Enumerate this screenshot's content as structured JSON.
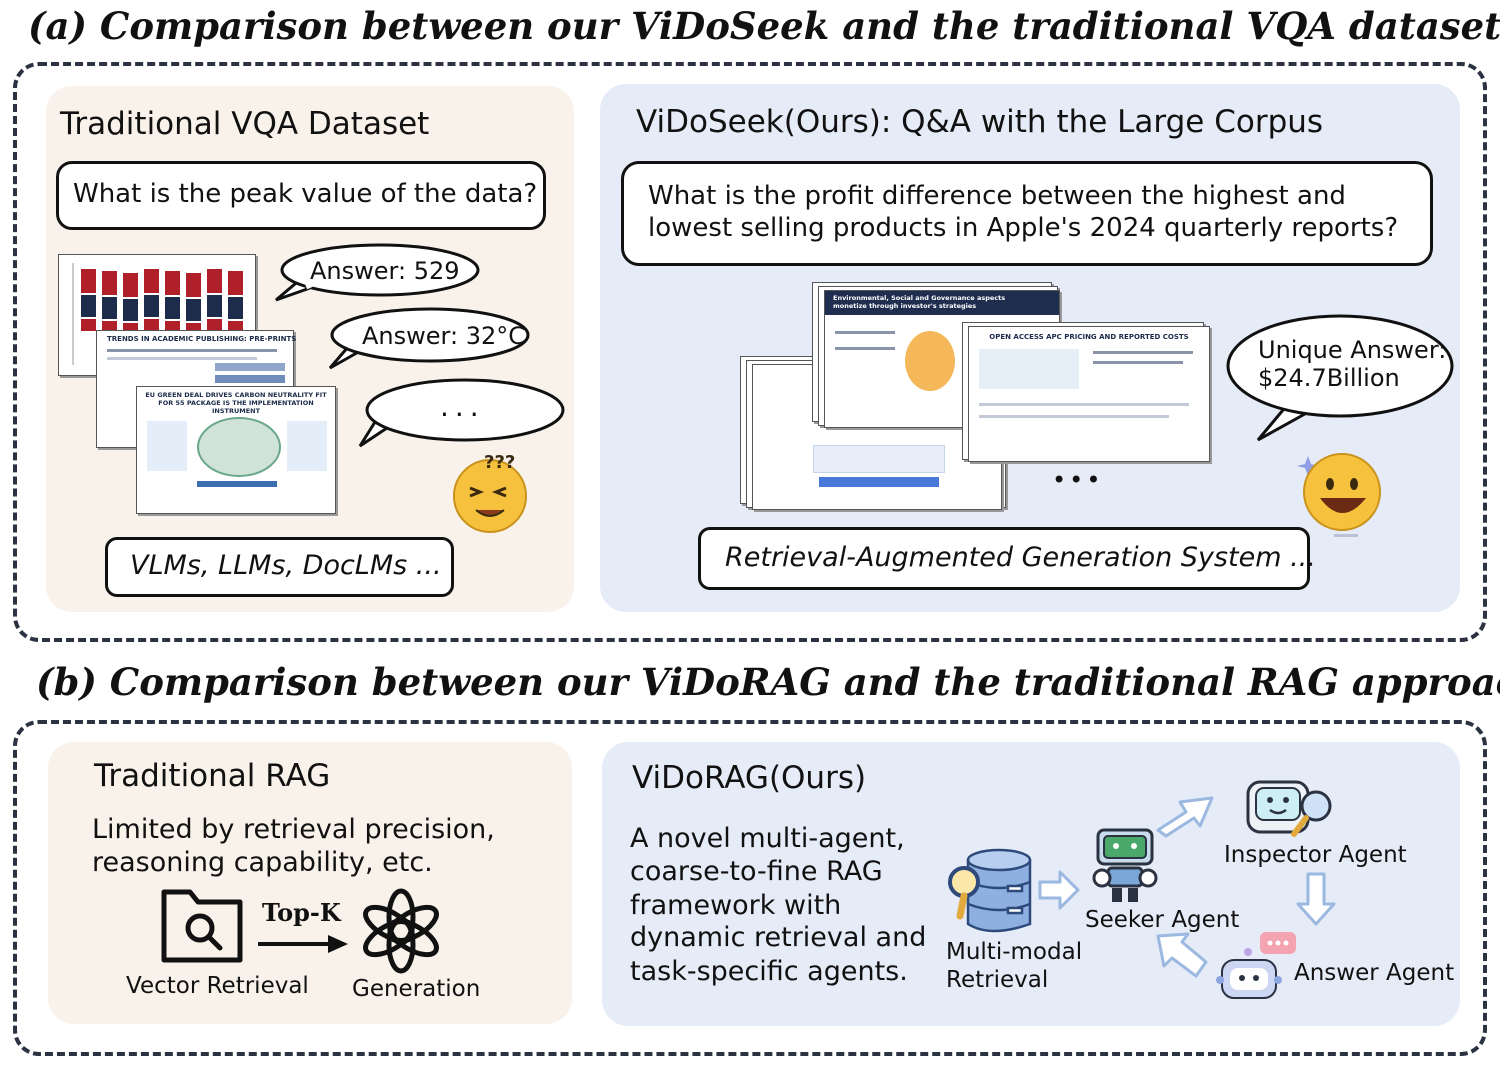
{
  "part_a": {
    "heading": "(a) Comparison between our ViDoSeek and the traditional VQA datasets.",
    "left": {
      "title": "Traditional VQA Dataset",
      "question": "What is the peak value of the data?",
      "bubbles": [
        "Answer: 529",
        "Answer: 32°C",
        "..."
      ],
      "doc_titles": [
        "TRENDS IN ACADEMIC PUBLISHING: PRE-PRINTS",
        "EU GREEN DEAL DRIVES CARBON NEUTRALITY FIT FOR 55 PACKAGE IS THE IMPLEMENTATION INSTRUMENT"
      ],
      "models": "VLMs, LLMs, DocLMs ..."
    },
    "right": {
      "title": "ViDoSeek(Ours): Q&A with the Large Corpus",
      "question_line1": "What is the profit difference between the highest and",
      "question_line2": "lowest selling products in Apple's 2024 quarterly reports?",
      "answer_line1": "Unique Answer:",
      "answer_line2": "$24.7Billion",
      "doc_titles": [
        "Environmental, Social and Governance aspects monetize through investor's strategies",
        "OPEN ACCESS APC PRICING AND REPORTED COSTS"
      ],
      "ellipsis": "•••",
      "system": "Retrieval-Augmented Generation System ..."
    }
  },
  "part_b": {
    "heading": "(b) Comparison between our ViDoRAG and the traditional RAG approach.",
    "left": {
      "title": "Traditional RAG",
      "desc_line1": "Limited by retrieval precision,",
      "desc_line2": "reasoning capability, etc.",
      "topk": "Top-K",
      "retrieval_label": "Vector Retrieval",
      "generation_label": "Generation"
    },
    "right": {
      "title": "ViDoRAG(Ours)",
      "desc_lines": [
        "A novel multi-agent,",
        "coarse-to-fine RAG",
        "framework with",
        "dynamic retrieval and",
        "task-specific agents."
      ],
      "retrieval_line1": "Multi-modal",
      "retrieval_line2": "Retrieval",
      "seeker": "Seeker Agent",
      "inspector": "Inspector Agent",
      "answer": "Answer Agent"
    }
  },
  "colors": {
    "beige_panel": "#f8f2ea",
    "blue_panel": "#e6ecf7",
    "chart_red": "#b0202a",
    "chart_navy": "#1c2c4a",
    "agent_arrow": "#9bb9e0"
  }
}
